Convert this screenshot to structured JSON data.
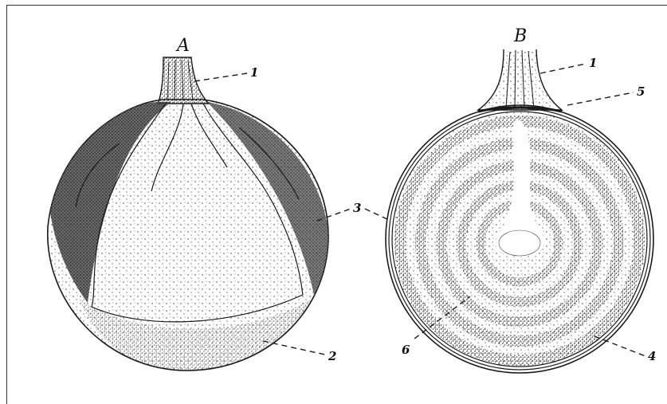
{
  "figure": {
    "panel_a_label": "A",
    "panel_b_label": "B",
    "callouts": {
      "a_1": "1",
      "a_2": "2",
      "a_3": "3",
      "b_1": "1",
      "b_5": "5",
      "b_4": "4",
      "b_6": "6"
    }
  },
  "colors": {
    "ink": "#1a1a1a",
    "stipple": "#3a3a3a",
    "paper": "#ffffff"
  }
}
